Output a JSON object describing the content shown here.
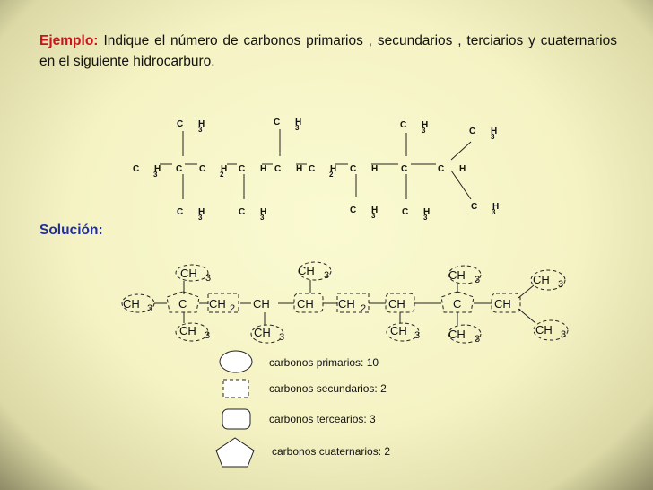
{
  "example": {
    "label": "Ejemplo:",
    "text": "Indique el número de carbonos primarios , secundarios , terciarios y cuaternarios en el siguiente hidrocarburo."
  },
  "solution": {
    "label": "Solución:"
  },
  "formula": {
    "group_ch": "C H",
    "group_c": "C",
    "sub_2": "2",
    "sub_3": "3"
  },
  "answer": {
    "ch": "CH",
    "c": "C",
    "sub_2": "2",
    "sub_3": "3"
  },
  "legend": [
    {
      "shape": "circle",
      "text": "carbonos primarios:  10"
    },
    {
      "shape": "square",
      "text": "carbonos secundarios:  2"
    },
    {
      "shape": "rounded-square",
      "text": "carbonos tercearios:  3"
    },
    {
      "shape": "pentagon",
      "text": "carbonos cuaternarios:  2"
    }
  ]
}
